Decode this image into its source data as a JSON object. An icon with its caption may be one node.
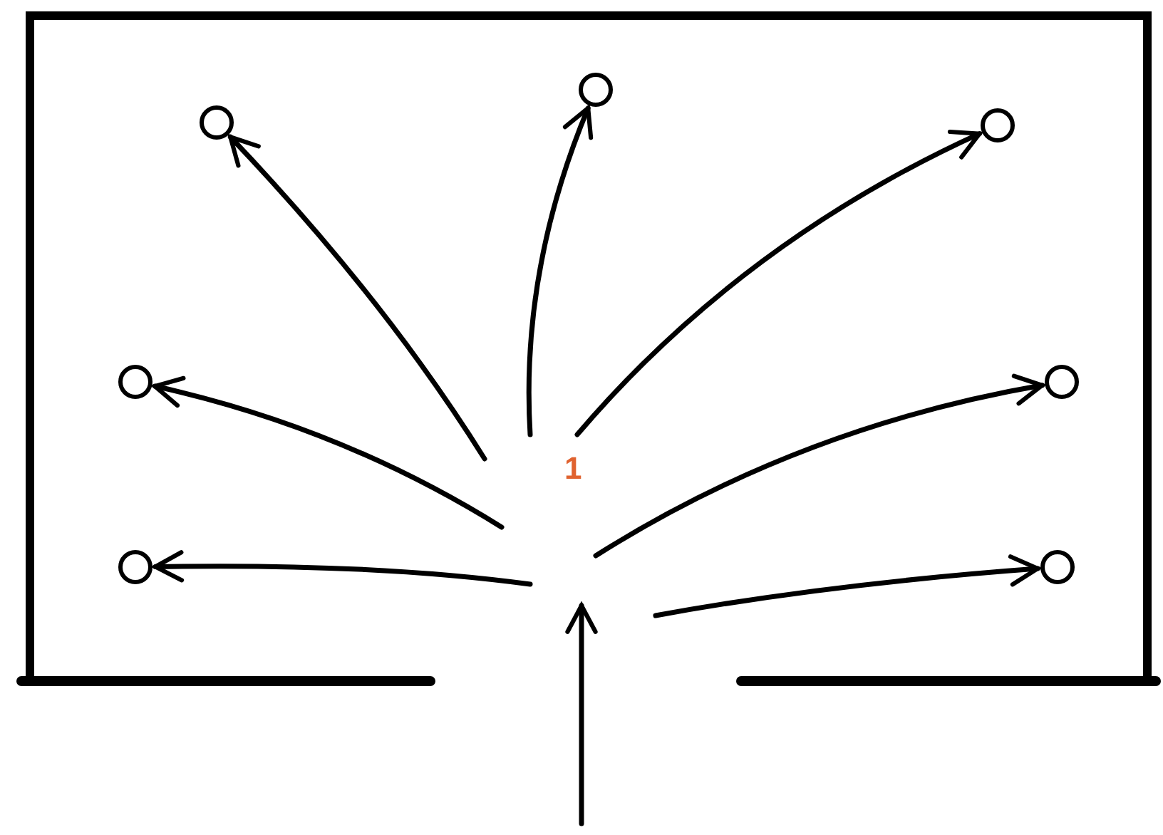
{
  "diagram": {
    "nodes": [
      {
        "text": [],
        "shape": "box"
      },
      {
        "text": [],
        "shape": "circle",
        "in": 0
      },
      {
        "text": [],
        "shape": "circle",
        "in": 0
      },
      {
        "text": [],
        "shape": "circle",
        "in": 0
      },
      {
        "text": [],
        "shape": "circle",
        "in": 0
      },
      {
        "text": [],
        "shape": "circle",
        "in": 0
      },
      {
        "text": [],
        "shape": "circle",
        "in": 0
      },
      {
        "text": [],
        "shape": "circle",
        "in": 0
      }
    ],
    "edges": [
      {
        "from": null,
        "to": 0,
        "arrow": "to"
      },
      {
        "from": null,
        "to": 1,
        "arrow": "to"
      },
      {
        "from": null,
        "to": 2,
        "arrow": "to"
      },
      {
        "from": null,
        "to": 3,
        "arrow": "to"
      },
      {
        "from": null,
        "to": 4,
        "arrow": "to"
      },
      {
        "from": null,
        "to": 5,
        "arrow": "to"
      },
      {
        "from": null,
        "to": 6,
        "arrow": "to"
      },
      {
        "from": null,
        "to": 7,
        "arrow": "to"
      }
    ],
    "labels": [
      "1"
    ]
  }
}
